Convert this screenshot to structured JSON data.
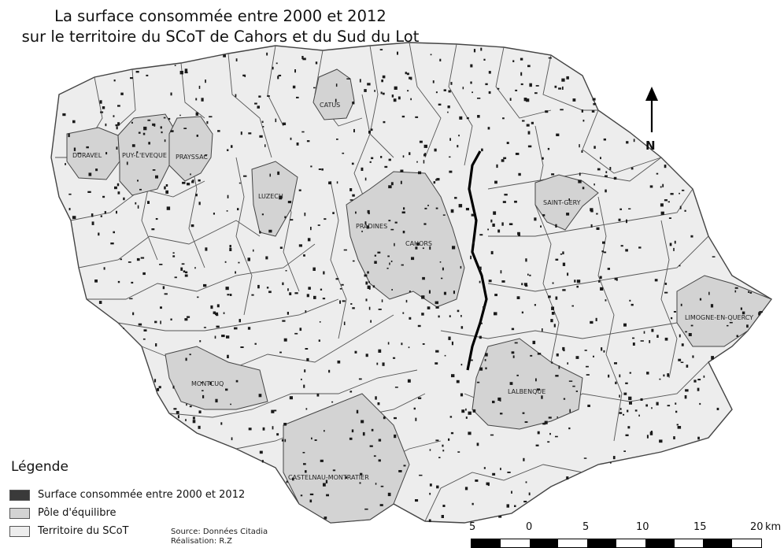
{
  "title": {
    "line1": "La surface consommée entre 2000 et 2012",
    "line2": "sur le territoire du SCoT de Cahors et du Sud du Lot"
  },
  "colors": {
    "territory": "#ededed",
    "pole": "#d3d3d3",
    "consumed": "#1a1a1a",
    "border": "#444444",
    "river": "#000000"
  },
  "poles": [
    {
      "label": "CATUS"
    },
    {
      "label": "DURAVEL"
    },
    {
      "label": "PUY-L'EVEQUE"
    },
    {
      "label": "PRAYSSAC"
    },
    {
      "label": "LUZECH"
    },
    {
      "label": "PRADINES"
    },
    {
      "label": "CAHORS"
    },
    {
      "label": "SAINT-GERY"
    },
    {
      "label": "LIMOGNE-EN-QUERCY"
    },
    {
      "label": "MONTCUQ"
    },
    {
      "label": "LALBENQUE"
    },
    {
      "label": "CASTELNAU-MONTRATIER"
    }
  ],
  "north": {
    "label": "N"
  },
  "legend": {
    "title": "Légende",
    "items": [
      {
        "label": "Surface consommée entre 2000 et 2012",
        "color": "#3a3a3a"
      },
      {
        "label": "Pôle d'équilibre",
        "color": "#d3d3d3"
      },
      {
        "label": "Territoire du SCoT",
        "color": "#ededed"
      }
    ]
  },
  "source": {
    "line1": "Source: Données Citadia",
    "line2": "Réalisation: R.Z"
  },
  "scale": {
    "ticks": [
      "5",
      "0",
      "5",
      "10",
      "15",
      "20"
    ],
    "unit": "km"
  }
}
